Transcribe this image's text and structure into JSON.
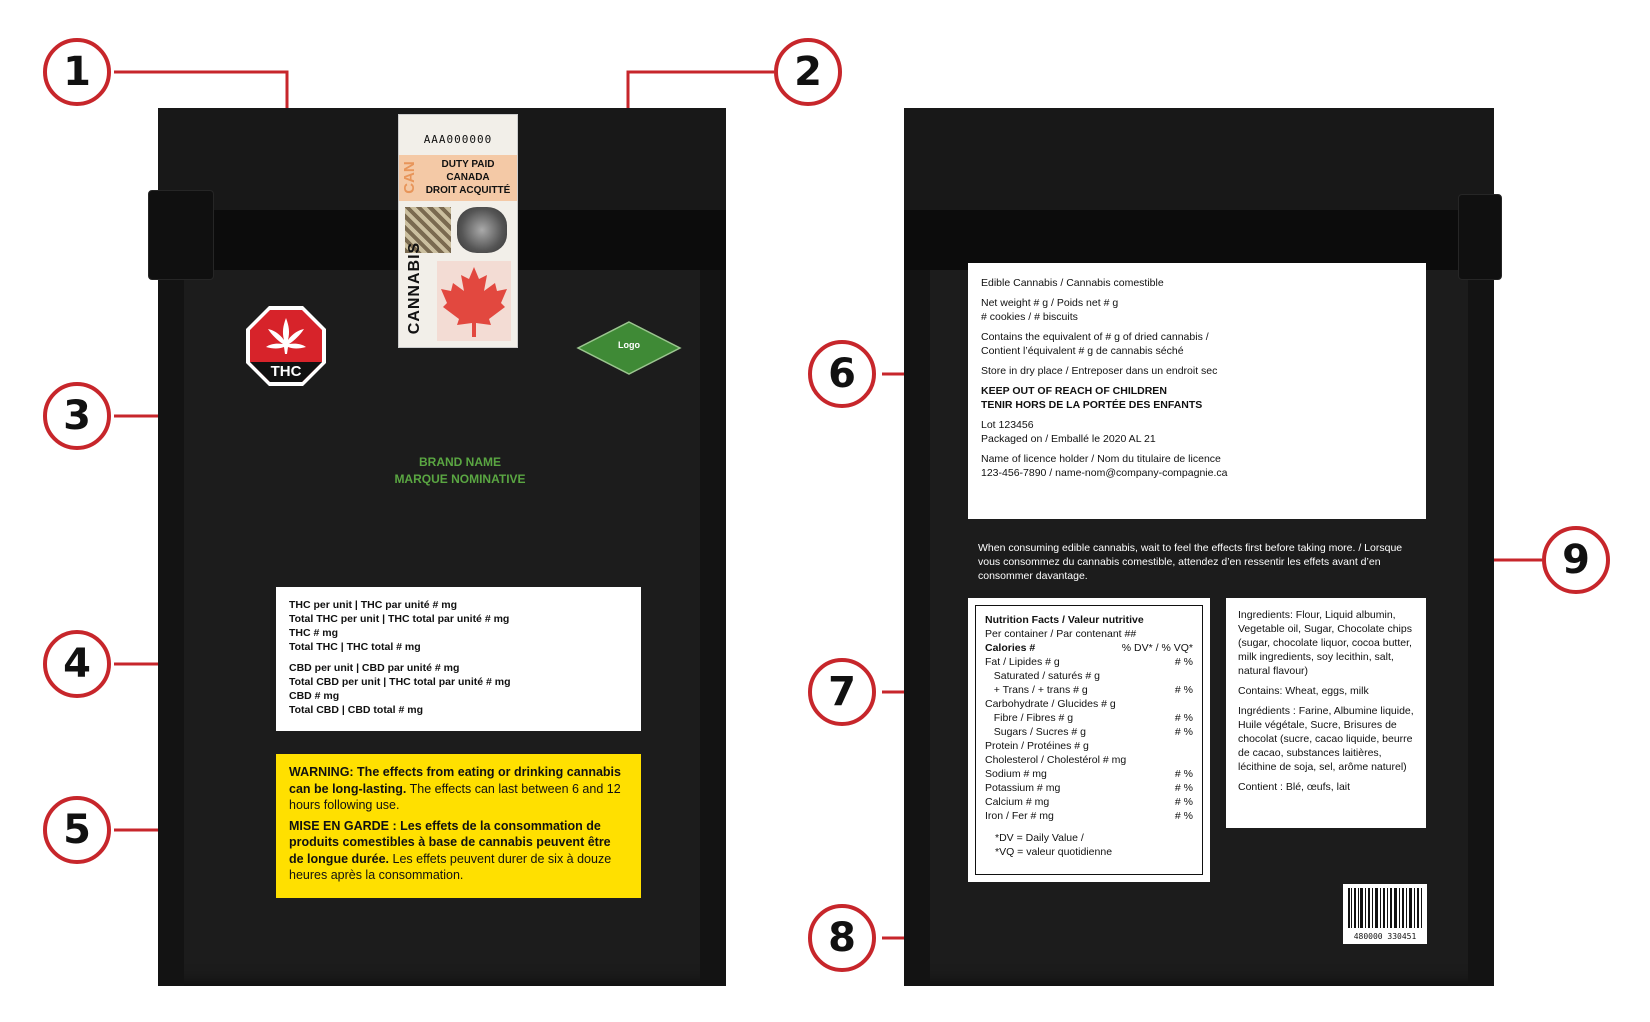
{
  "colors": {
    "callout_red": "#c7262b",
    "warning_yellow": "#ffe000",
    "brand_green": "#5aa642",
    "bag_black": "#1c1c1c"
  },
  "callouts": [
    "1",
    "2",
    "3",
    "4",
    "5",
    "6",
    "7",
    "8",
    "9"
  ],
  "front": {
    "thc_symbol": {
      "icon": "thc-stop-sign-icon",
      "label": "THC"
    },
    "stamp": {
      "serial": "AAA000000",
      "can": "CAN",
      "duty_lines": [
        "DUTY PAID",
        "CANADA",
        "DROIT ACQUITTÉ"
      ],
      "cannabis": "CANNABIS",
      "icon": "maple-leaf-icon"
    },
    "logo": "Logo",
    "brand_name": "BRAND NAME",
    "brand_name_fr": "MARQUE NOMINATIVE",
    "potency": [
      "THC per unit | THC par unité # mg",
      "Total THC per unit | THC total par unité # mg",
      "THC # mg",
      "Total THC | THC total # mg",
      "CBD per unit | CBD par unité # mg",
      "Total CBD per unit | THC total par unité # mg",
      "CBD # mg",
      "Total CBD | CBD total # mg"
    ],
    "warning": {
      "en_bold": "WARNING: The effects from eating or drinking cannabis can be long-lasting.",
      "en_regular": " The effects can last between 6 and 12 hours following use.",
      "fr_bold": "MISE EN GARDE : Les effets de la consommation de produits comestibles à base de cannabis peuvent être de longue durée.",
      "fr_regular": " Les effets peuvent durer de six à douze heures après la consommation."
    }
  },
  "back": {
    "label_lines": [
      "Edible Cannabis / Cannabis comestible",
      "Net weight # g / Poids net # g",
      "# cookies / # biscuits",
      "Contains the equivalent of # g of dried cannabis /",
      "Contient l’équivalent # g de cannabis séché",
      "Store in dry place / Entreposer dans un endroit sec",
      "KEEP OUT OF REACH OF CHILDREN",
      "TENIR HORS DE LA PORTÉE DES ENFANTS",
      "Lot 123456",
      "Packaged on / Emballé le 2020 AL 21",
      "Name of licence holder / Nom du titulaire de licence",
      "123-456-7890 / name-nom@company-compagnie.ca"
    ],
    "edible_message": "When consuming edible cannabis, wait to feel the effects first before taking more. / Lorsque vous consommez du cannabis comestible, attendez d’en ressentir les effets avant d’en consommer davantage.",
    "nutrition": {
      "title": "Nutrition Facts / Valeur nutritive",
      "per_container": "Per container / Par contenant ##",
      "calories": "Calories #",
      "dv_header": "% DV* / % VQ*",
      "rows": [
        {
          "label": "Fat / Lipides # g",
          "pct": "# %"
        },
        {
          "label": "   Saturated / saturés # g",
          "pct": ""
        },
        {
          "label": "   + Trans / + trans # g",
          "pct": "# %"
        },
        {
          "label": "Carbohydrate / Glucides # g",
          "pct": ""
        },
        {
          "label": "   Fibre / Fibres # g",
          "pct": "# %"
        },
        {
          "label": "   Sugars / Sucres # g",
          "pct": "# %"
        },
        {
          "label": "Protein / Protéines # g",
          "pct": ""
        },
        {
          "label": "Cholesterol / Cholestérol # mg",
          "pct": ""
        },
        {
          "label": "Sodium # mg",
          "pct": "# %"
        },
        {
          "label": "Potassium # mg",
          "pct": "# %"
        },
        {
          "label": "Calcium # mg",
          "pct": "# %"
        },
        {
          "label": "Iron / Fer # mg",
          "pct": "# %"
        }
      ],
      "footnote_1": "*DV = Daily Value /",
      "footnote_2": "*VQ = valeur quotidienne"
    },
    "ingredients": {
      "en": "Ingredients: Flour, Liquid albumin, Vegetable oil, Sugar, Chocolate chips (sugar, chocolate liquor, cocoa butter, milk ingredients, soy lecithin, salt, natural flavour)",
      "contains_en": "Contains: Wheat, eggs, milk",
      "fr": "Ingrédients : Farine, Albumine liquide, Huile végétale, Sucre, Brisures de chocolat (sucre, cacao liquide, beurre de cacao, substances laitières, lécithine de soja, sel, arôme naturel)",
      "contains_fr": "Contient : Blé, œufs, lait"
    },
    "barcode": "480000 330451",
    "barcode_icon": "barcode-icon"
  }
}
